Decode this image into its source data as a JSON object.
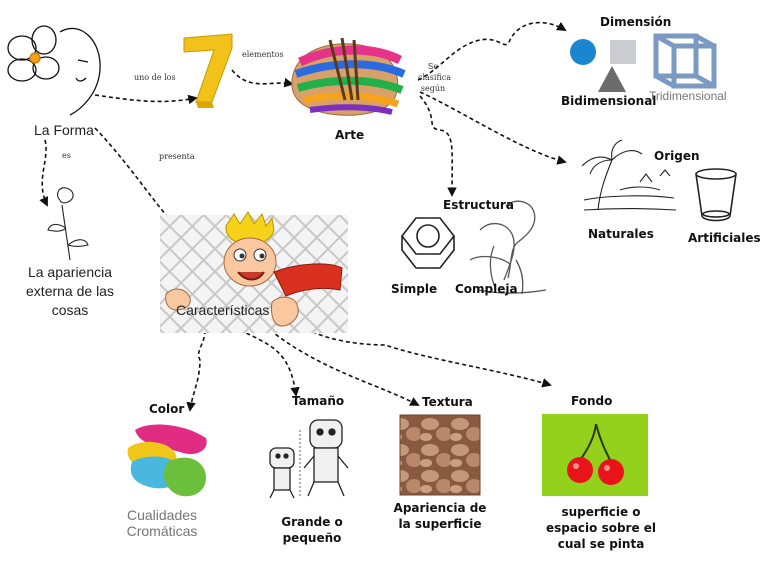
{
  "nodes": {
    "forma": "La Forma",
    "arte": "Arte",
    "apariencia": "La apariencia externa de las cosas",
    "caracteristicas": "Características",
    "dimension": "Dimensión",
    "bidimensional": "Bidimensional",
    "tridimensional": "Tridimensional",
    "origen": "Origen",
    "naturales": "Naturales",
    "artificiales": "Artificiales",
    "estructura": "Estructura",
    "simple": "Simple",
    "compleja": "Compleja",
    "color": "Color",
    "cualidades": "Cualidades Cromáticas",
    "tamano": "Tamaño",
    "grande": "Grande o pequeño",
    "textura": "Textura",
    "superficie": "Apariencia de la superficie",
    "fondo": "Fondo",
    "fondo_desc": "superficie o espacio sobre el cual se pinta"
  },
  "links": {
    "uno_de_los": "uno de los",
    "elementos": "elementos",
    "se_clasifica": "Se clasifica según",
    "es": "es",
    "presenta": "presenta"
  },
  "badge": {
    "number": "7"
  },
  "colors": {
    "seven": "#f2c21b",
    "fondo_bg": "#93d11c",
    "cherry": "#e8141a",
    "circle": "#1a86d0",
    "square": "#c9cdd2",
    "triangle": "#6b6b6b",
    "stone": "#b5866a"
  },
  "icons": [
    "flower-face-icon",
    "rose-icon",
    "seven-icon",
    "palette-icon",
    "cartoon-boy-icon",
    "shapes-icon",
    "impossible-cube-icon",
    "palm-beach-icon",
    "glass-icon",
    "hex-nut-icon",
    "sculpture-icon",
    "color-splash-icon",
    "robots-icon",
    "stone-texture-icon",
    "cherry-icon"
  ]
}
